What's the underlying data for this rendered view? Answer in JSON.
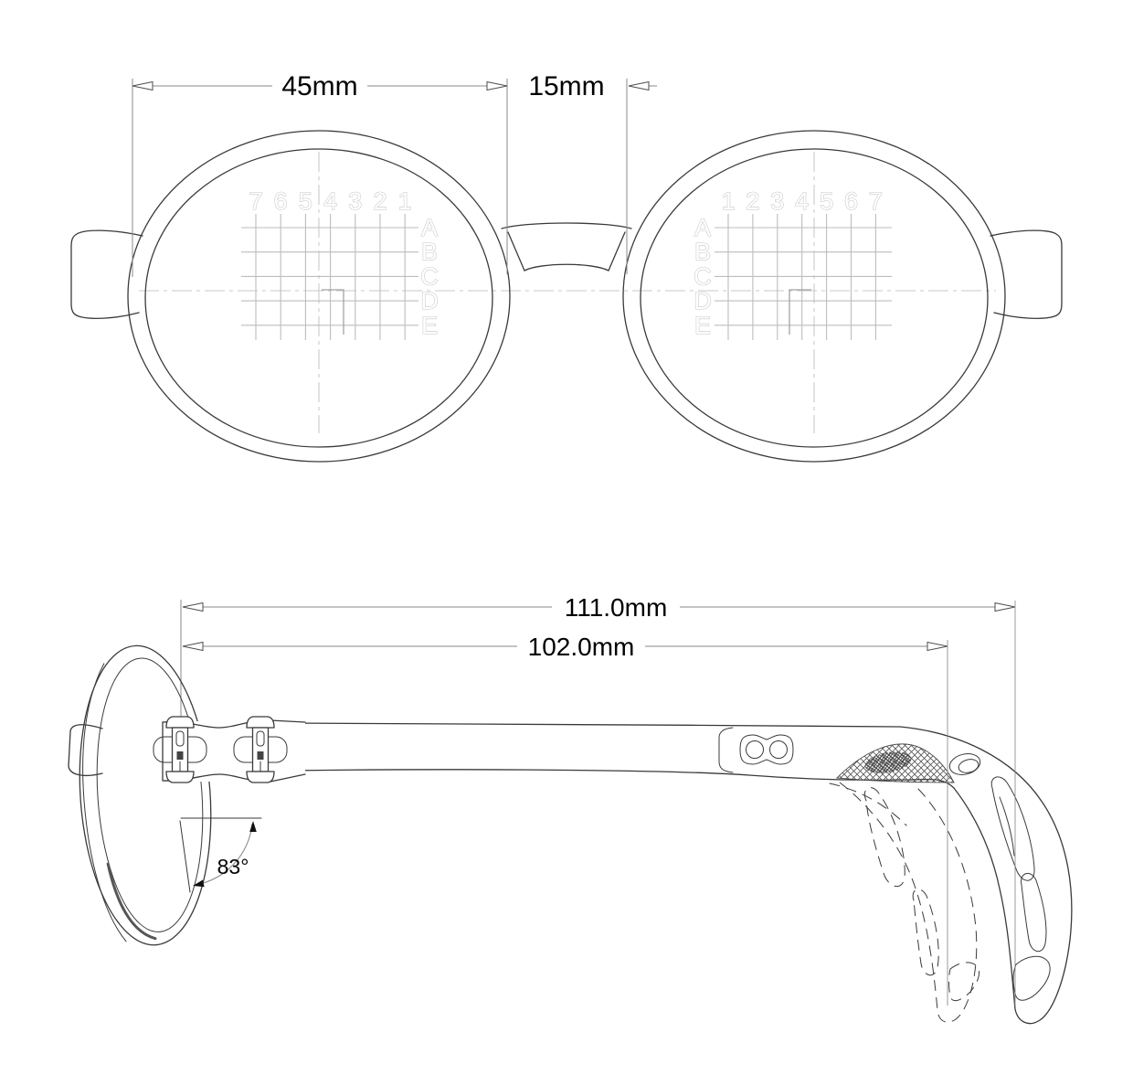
{
  "front_view": {
    "lens_width_label": "45mm",
    "bridge_width_label": "15mm",
    "left_lens": {
      "columns": [
        "7",
        "6",
        "5",
        "4",
        "3",
        "2",
        "1"
      ],
      "rows": [
        "A",
        "B",
        "C",
        "D",
        "E"
      ]
    },
    "right_lens": {
      "columns": [
        "1",
        "2",
        "3",
        "4",
        "5",
        "6",
        "7"
      ],
      "rows": [
        "A",
        "B",
        "C",
        "D",
        "E"
      ]
    }
  },
  "side_view": {
    "overall_length_label": "111.0mm",
    "temple_length_label": "102.0mm",
    "pantoscopic_angle_label": "83°"
  },
  "colors": {
    "outline": "#3a3a3a",
    "dimension": "#8a8a8a",
    "grid": "#bdbdbd",
    "grid_label": "#c6c6c6",
    "centerline": "#c9c9c9",
    "text": "#000000",
    "hatch": "#4a4a4a"
  }
}
